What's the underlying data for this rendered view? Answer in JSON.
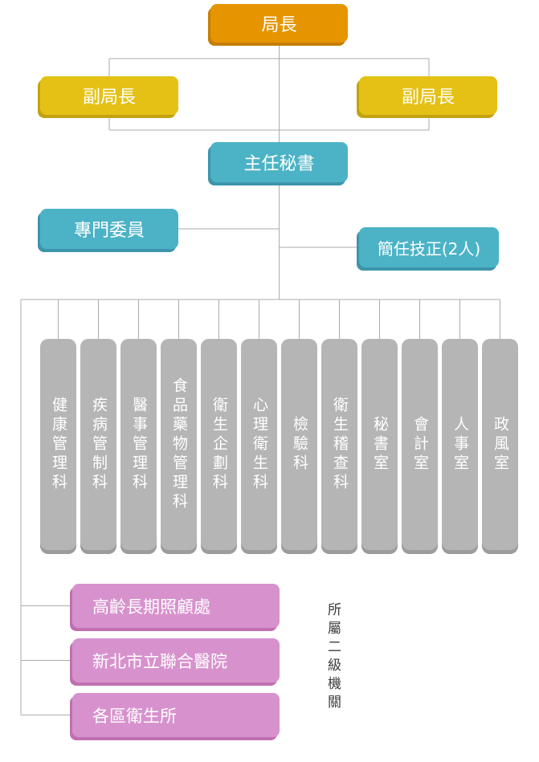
{
  "org_chart": {
    "director": "局長",
    "deputy_director_left": "副局長",
    "deputy_director_right": "副局長",
    "chief_secretary": "主任秘書",
    "senior_specialist": "專門委員",
    "senior_technician": "簡任技正(2人)",
    "departments": [
      "健康管理科",
      "疾病管制科",
      "醫事管理科",
      "食品藥物管理科",
      "衛生企劃科",
      "心理衛生科",
      "檢驗科",
      "衛生稽查科",
      "秘書室",
      "會計室",
      "人事室",
      "政風室"
    ],
    "affiliated_agencies": [
      "高齡長期照顧處",
      "新北市立聯合醫院",
      "各區衛生所"
    ],
    "affiliated_note": "所屬二級機關"
  },
  "colors": {
    "director_fill": "#E69500",
    "deputy_fill": "#E5C115",
    "staff_fill": "#4CB3C6",
    "department_fill": "#B5B5B5",
    "affiliated_fill": "#D792CD",
    "connector": "#ABABAB"
  }
}
